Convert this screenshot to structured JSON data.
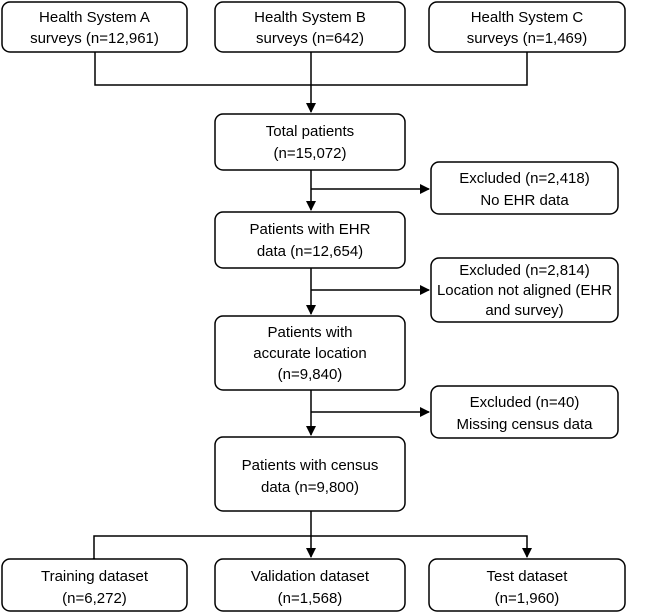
{
  "sources": [
    {
      "line1": "Health System A",
      "line2": "surveys (n=12,961)"
    },
    {
      "line1": "Health System B",
      "line2": "surveys (n=642)"
    },
    {
      "line1": "Health System C",
      "line2": "surveys (n=1,469)"
    }
  ],
  "total": {
    "line1": "Total patients",
    "line2": "(n=15,072)"
  },
  "excluded_ehr": {
    "line1": "Excluded (n=2,418)",
    "line2": "No EHR data"
  },
  "with_ehr": {
    "line1": "Patients with EHR",
    "line2": "data (n=12,654)"
  },
  "excluded_location": {
    "line1": "Excluded (n=2,814)",
    "line2": "Location not aligned (EHR",
    "line3": "and survey)"
  },
  "accurate_location": {
    "line1": "Patients with",
    "line2": "accurate location",
    "line3": "(n=9,840)"
  },
  "excluded_census": {
    "line1": "Excluded (n=40)",
    "line2": "Missing census data"
  },
  "with_census": {
    "line1": "Patients with census",
    "line2": "data (n=9,800)"
  },
  "splits": [
    {
      "line1": "Training dataset",
      "line2": "(n=6,272)"
    },
    {
      "line1": "Validation dataset",
      "line2": "(n=1,568)"
    },
    {
      "line1": "Test dataset",
      "line2": "(n=1,960)"
    }
  ]
}
